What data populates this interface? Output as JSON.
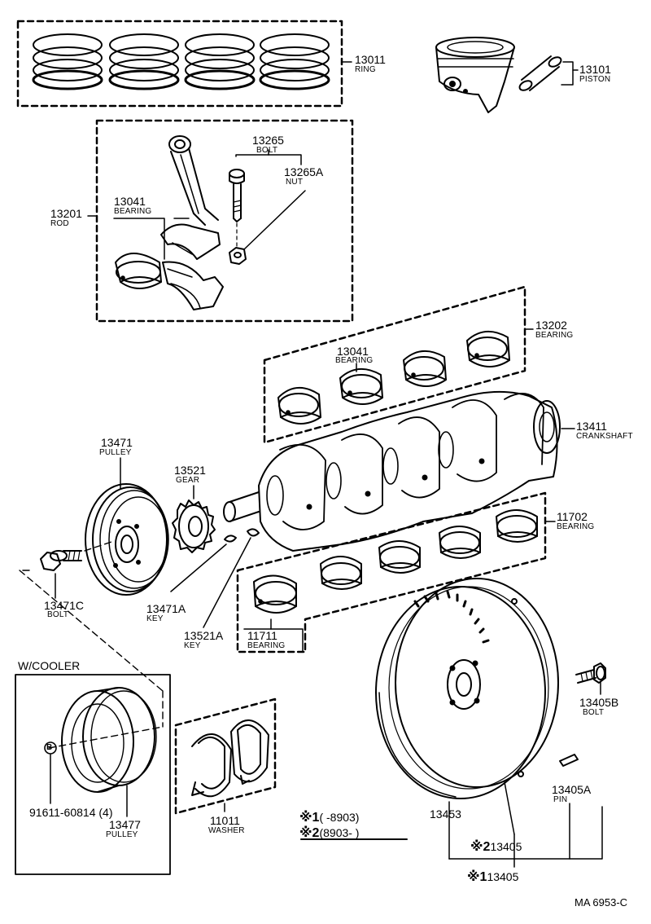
{
  "parts": {
    "ring": {
      "number": "13011",
      "name": "RING"
    },
    "piston": {
      "number": "13101",
      "name": "PISTON"
    },
    "bolt_rod": {
      "number": "13265",
      "name": "BOLT"
    },
    "nut": {
      "number": "13265A",
      "name": "NUT"
    },
    "rod": {
      "number": "13201",
      "name": "ROD"
    },
    "rod_bearing": {
      "number": "13041",
      "name": "BEARING"
    },
    "main_bearing_upper": {
      "number": "13202",
      "name": "BEARING"
    },
    "bearing_13041b": {
      "number": "13041",
      "name": "BEARING"
    },
    "crankshaft": {
      "number": "13411",
      "name": "CRANKSHAFT"
    },
    "pulley": {
      "number": "13471",
      "name": "PULLEY"
    },
    "gear": {
      "number": "13521",
      "name": "GEAR"
    },
    "main_bearing_lower": {
      "number": "11702",
      "name": "BEARING"
    },
    "pulley_bolt": {
      "number": "13471C",
      "name": "BOLT"
    },
    "pulley_key": {
      "number": "13471A",
      "name": "KEY"
    },
    "gear_key": {
      "number": "13521A",
      "name": "KEY"
    },
    "thrust_bearing": {
      "number": "11711",
      "name": "BEARING"
    },
    "flywheel_bolt": {
      "number": "13405B",
      "name": "BOLT"
    },
    "flywheel_pin": {
      "number": "13405A",
      "name": "PIN"
    },
    "ring_gear": {
      "number": "13453"
    },
    "washer": {
      "number": "11011",
      "name": "WASHER"
    },
    "cooler_bolt": {
      "number": "91611-60814 (4)"
    },
    "cooler_pulley": {
      "number": "13477",
      "name": "PULLEY"
    }
  },
  "cooler_section": {
    "title": "W/COOLER",
    "marker": "B"
  },
  "legend": {
    "row1": {
      "mark": "※1",
      "range": "(        -8903)"
    },
    "row2": {
      "mark": "※2",
      "range": "(8903-          )"
    }
  },
  "flywheel_callouts": {
    "c2": {
      "mark": "※2",
      "number": "13405"
    },
    "c1": {
      "mark": "※1",
      "number": "13405"
    }
  },
  "diagram_code": "MA  6953-C"
}
